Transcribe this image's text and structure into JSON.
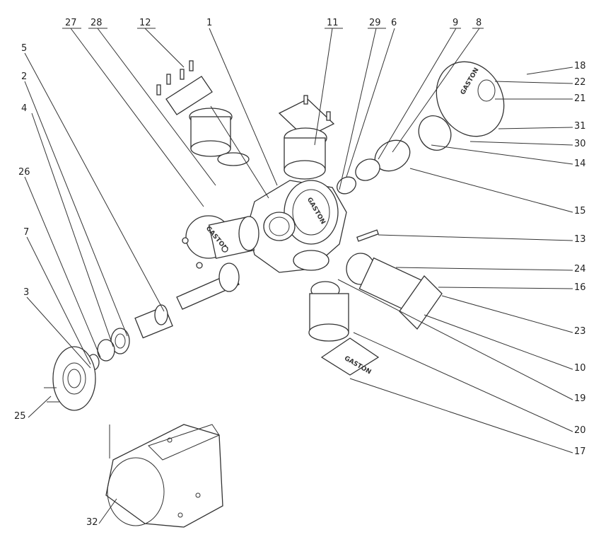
{
  "brand_text": "GASTON",
  "part_labels": [
    "1",
    "2",
    "3",
    "4",
    "5",
    "6",
    "7",
    "8",
    "9",
    "10",
    "11",
    "12",
    "13",
    "14",
    "15",
    "16",
    "17",
    "18",
    "19",
    "20",
    "21",
    "22",
    "23",
    "24",
    "25",
    "26",
    "27",
    "28",
    "29",
    "30",
    "31",
    "32"
  ],
  "colors": {
    "line": "#333333",
    "background": "#ffffff",
    "label": "#222222"
  }
}
